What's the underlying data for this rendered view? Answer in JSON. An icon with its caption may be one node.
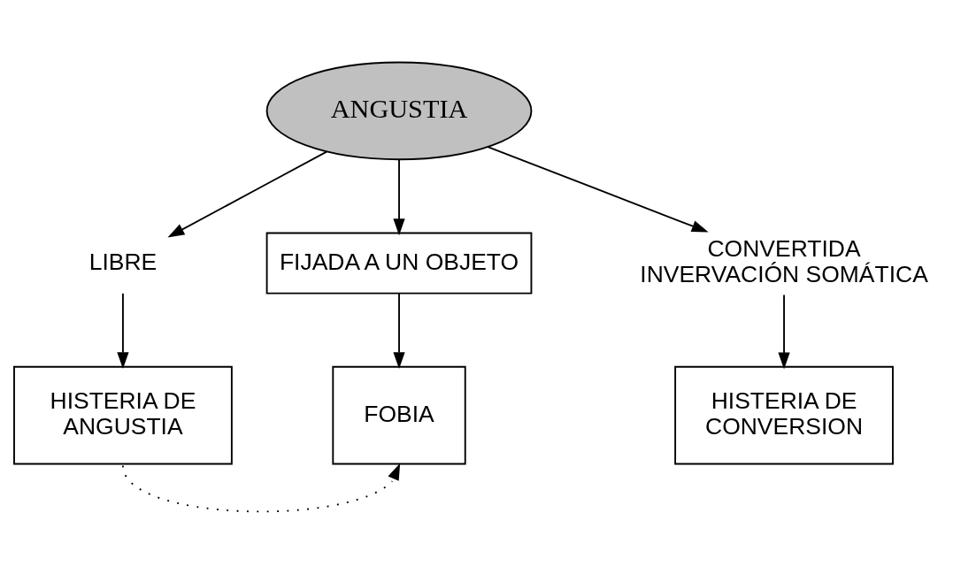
{
  "diagram": {
    "nodes": [
      {
        "text": [
          "ANGUSTIA"
        ]
      },
      {
        "text": [
          "LIBRE"
        ]
      },
      {
        "text": [
          "FIJADA A UN OBJETO"
        ]
      },
      {
        "text": [
          "CONVERTIDA INVERVACIÓN SOMÁTICA"
        ]
      },
      {
        "text": [
          "HISTERIA DE ANGUSTIA"
        ]
      },
      {
        "text": [
          "FOBIA"
        ]
      },
      {
        "text": [
          "HISTERIA DE CONVERSION"
        ]
      }
    ],
    "edges": [
      {
        "from": 0,
        "to": 1,
        "arrow": "to"
      },
      {
        "from": 0,
        "to": 2,
        "arrow": "to"
      },
      {
        "from": 0,
        "to": 3,
        "arrow": "to"
      },
      {
        "from": 1,
        "to": 4,
        "arrow": "to"
      },
      {
        "from": 2,
        "to": 5,
        "arrow": "to"
      },
      {
        "from": 3,
        "to": 6,
        "arrow": "to"
      },
      {
        "from": 4,
        "to": 5,
        "arrow": "to",
        "style": "dashed"
      }
    ]
  }
}
